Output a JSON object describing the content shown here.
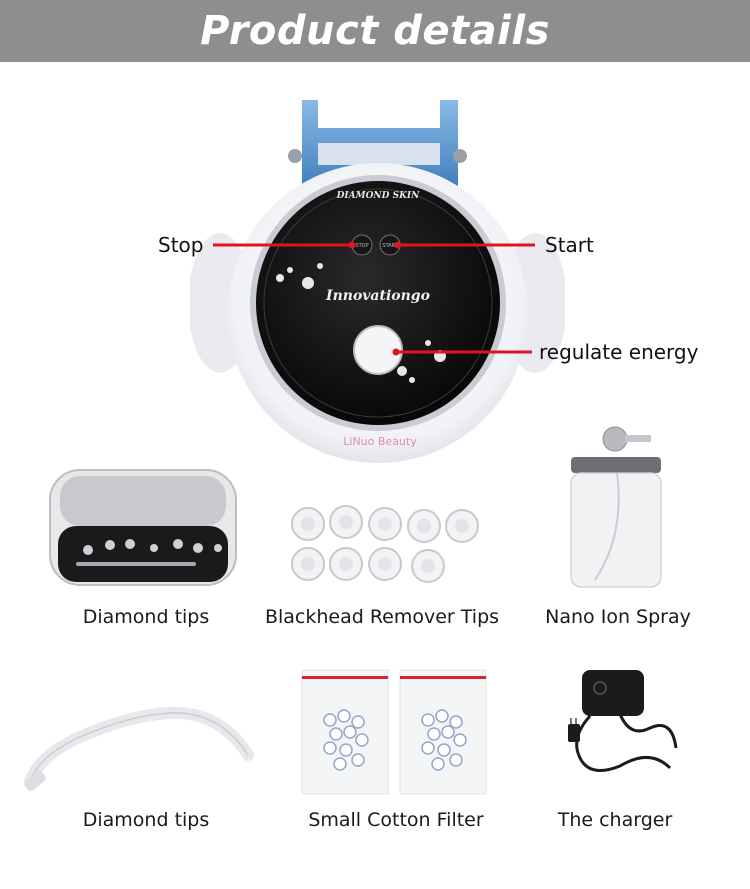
{
  "header": {
    "title": "Product details"
  },
  "device": {
    "brand_plate": "DIAMOND SKIN",
    "logo_text": "Innovationgo",
    "maker": "LiNuo Beauty",
    "stop_button_label": "STOP",
    "start_button_label": "START",
    "callouts": {
      "stop": "Stop",
      "start": "Start",
      "energy": "regulate energy"
    },
    "colors": {
      "callout_line": "#e0141f",
      "lid": "#3c86c9",
      "panel": "#0d0d0d"
    }
  },
  "items": [
    {
      "caption": "Diamond tips",
      "icon": "diamond-tips-case"
    },
    {
      "caption": "Blackhead Remover Tips",
      "icon": "blackhead-remover-tips"
    },
    {
      "caption": "Nano Ion Spray",
      "icon": "spray-bottle"
    },
    {
      "caption": "Diamond tips",
      "icon": "tube-hose"
    },
    {
      "caption": "Small Cotton Filter",
      "icon": "cotton-filter-bags"
    },
    {
      "caption": "The charger",
      "icon": "charger-adapter"
    }
  ]
}
